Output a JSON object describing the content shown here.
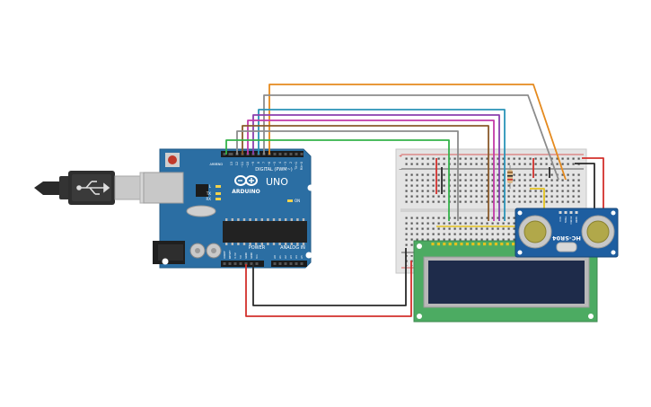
{
  "arduino": {
    "brand": "ARDUINO",
    "model": "UNO",
    "digital_label": "DIGITAL (PWM~)",
    "power_label": "POWER",
    "analog_label": "ANALOG IN",
    "aref_label": "AREF",
    "gnd_label": "GND",
    "tx_label": "TX",
    "rx_label": "RX",
    "l_label": "L",
    "on_label": "ON",
    "digital_pins": [
      "13",
      "12",
      "~11",
      "~10",
      "~9",
      "8",
      "7",
      "~6",
      "~5",
      "4",
      "~3",
      "2",
      "TX→1",
      "RX←0"
    ],
    "power_pins": [
      "IOREF",
      "RESET",
      "3.3V",
      "5V",
      "GND",
      "GND",
      "Vin"
    ],
    "analog_pins": [
      "A0",
      "A1",
      "A2",
      "A3",
      "A4",
      "A5"
    ]
  },
  "sensor": {
    "model": "HC-SR04",
    "pins": [
      "VCC",
      "TRIG",
      "ECHO",
      "GND"
    ]
  },
  "colors": {
    "board": "#2b6ea3",
    "breadboard": "#e4e4e4",
    "lcd_pcb": "#4cab62",
    "lcd_screen": "#1e2b4a",
    "sensor_pcb": "#1e5ea0",
    "wire_red": "#d3302c",
    "wire_black": "#2a2a2a",
    "wire_orange": "#e58a1e",
    "wire_gray": "#8c8c8c",
    "wire_green": "#34b24a",
    "wire_purple": "#8b3fae",
    "wire_magenta": "#c23aa8",
    "wire_teal": "#2a93b8",
    "wire_brown": "#8a5a2b",
    "wire_yellow": "#e3c21f"
  }
}
